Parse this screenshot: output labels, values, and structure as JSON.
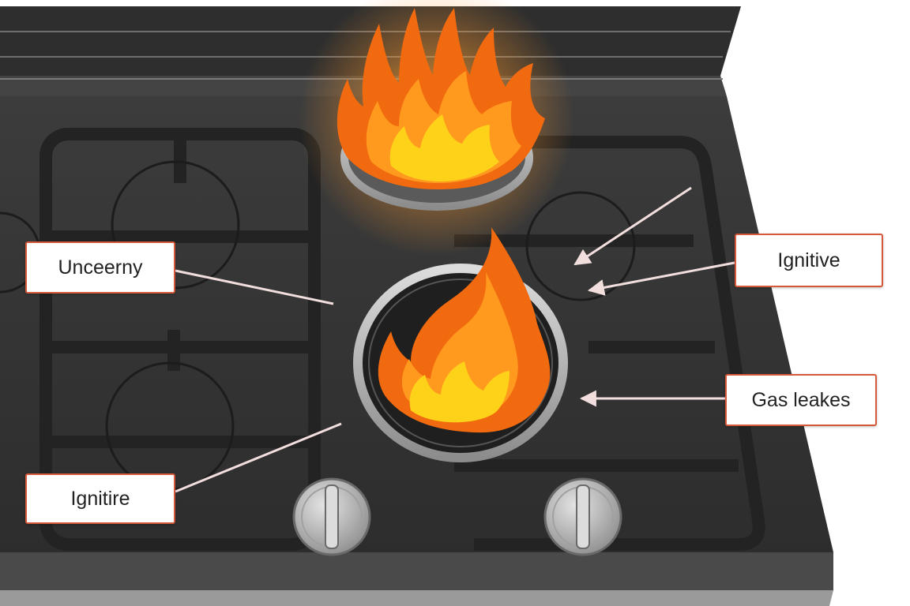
{
  "diagram": {
    "callouts": [
      {
        "id": "unceerny",
        "text": "Unceerny"
      },
      {
        "id": "ignitive",
        "text": "Ignitive"
      },
      {
        "id": "gas",
        "text": "Gas leakes"
      },
      {
        "id": "ignitire",
        "text": "Ignitire"
      }
    ]
  },
  "colors": {
    "stove_top": "#3a3a3a",
    "grate": "#262626",
    "steel": "#b9b9b9",
    "flame_outer": "#f26a0f",
    "flame_inner": "#ffd21a",
    "callout_border": "#d65a3a",
    "leader_line": "#f3dede"
  }
}
